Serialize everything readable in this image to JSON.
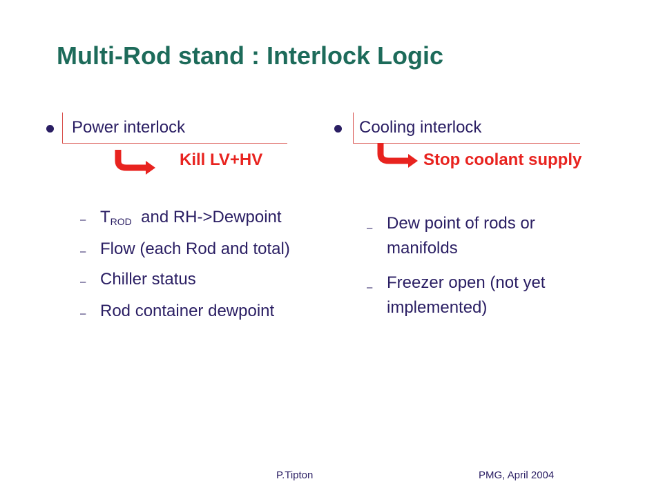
{
  "title": "Multi-Rod stand : Interlock Logic",
  "left": {
    "heading": "Power interlock",
    "action": "Kill LV+HV",
    "items": [
      {
        "main": "T",
        "sub": "ROD",
        "rest": "  and RH->Dewpoint"
      },
      {
        "text": "Flow (each Rod and total)"
      },
      {
        "text": "Chiller status"
      },
      {
        "text": "Rod container dewpoint"
      }
    ]
  },
  "right": {
    "heading": "Cooling interlock",
    "action": "Stop coolant supply",
    "items": [
      {
        "text": "Dew point of rods or manifolds"
      },
      {
        "text": "Freezer open (not yet implemented)"
      }
    ]
  },
  "dash_glyph": "–",
  "footer": {
    "author": "P.Tipton",
    "meeting": "PMG, April 2004"
  },
  "colors": {
    "title": "#1d6b5a",
    "body_text": "#2a1e63",
    "action": "#e8231f",
    "arrow": "#e8231f"
  }
}
